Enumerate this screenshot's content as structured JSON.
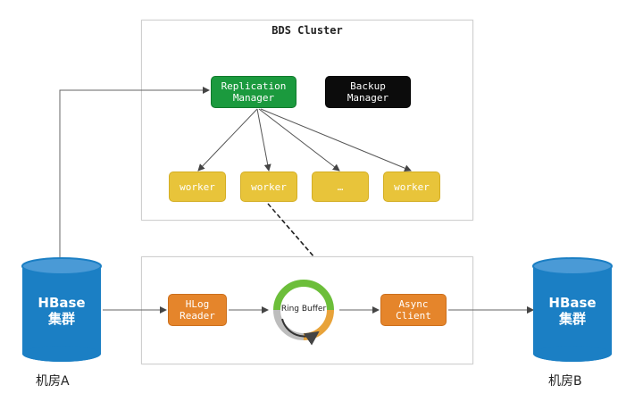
{
  "cluster": {
    "title": "BDS Cluster",
    "replication_manager": "Replication\nManager",
    "backup_manager": "Backup\nManager",
    "workers": [
      "worker",
      "worker",
      "…",
      "worker"
    ]
  },
  "pipeline": {
    "hlog_reader": "HLog\nReader",
    "ring_buffer": "Ring Buffer",
    "async_client": "Async\nClient"
  },
  "source": {
    "db_label": "HBase\n集群",
    "room": "机房A"
  },
  "target": {
    "db_label": "HBase\n集群",
    "room": "机房B"
  },
  "colors": {
    "manager": "#1b9a3e",
    "backup": "#0c0c0c",
    "worker": "#e8c43a",
    "pipeline_box": "#e5852b",
    "hbase": "#1b7fc4",
    "ring_green": "#6cbe3a",
    "ring_orange": "#e8a33a"
  }
}
